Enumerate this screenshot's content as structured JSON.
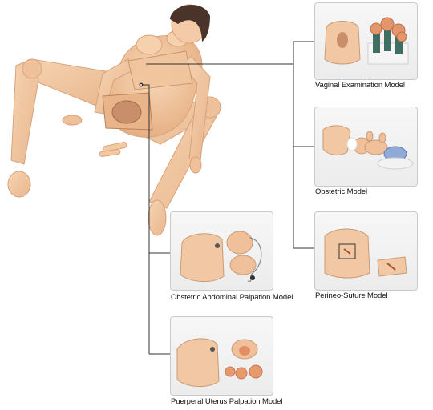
{
  "models": {
    "vaginal": {
      "caption": "Vaginal Examination Model"
    },
    "obstetric": {
      "caption": "Obstetric Model"
    },
    "perineo": {
      "caption": "Perineo-Suture Model"
    },
    "abdominal": {
      "caption": "Obstetric Abdominal Palpation Model"
    },
    "puerperal": {
      "caption": "Puerperal Uterus Palpation Model"
    }
  },
  "colors": {
    "skin": "#f3c9a2",
    "skin_shade": "#e2ab80",
    "hair": "#4a3328",
    "connector": "#333333",
    "thumb_border": "#c9c9c9"
  }
}
